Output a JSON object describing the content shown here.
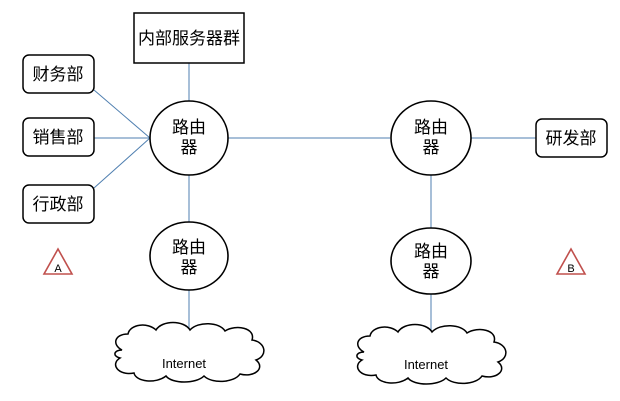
{
  "nodes": {
    "server_group": "内部服务器群",
    "finance": "财务部",
    "sales": "销售部",
    "admin": "行政部",
    "rnd": "研发部",
    "router_line1": "路由",
    "router_line2": "器"
  },
  "clouds": {
    "left": "Internet",
    "right": "Internet"
  },
  "markers": {
    "a": "A",
    "b": "B"
  },
  "colors": {
    "link": "#4f7fb0",
    "warning": "#c0504d"
  }
}
